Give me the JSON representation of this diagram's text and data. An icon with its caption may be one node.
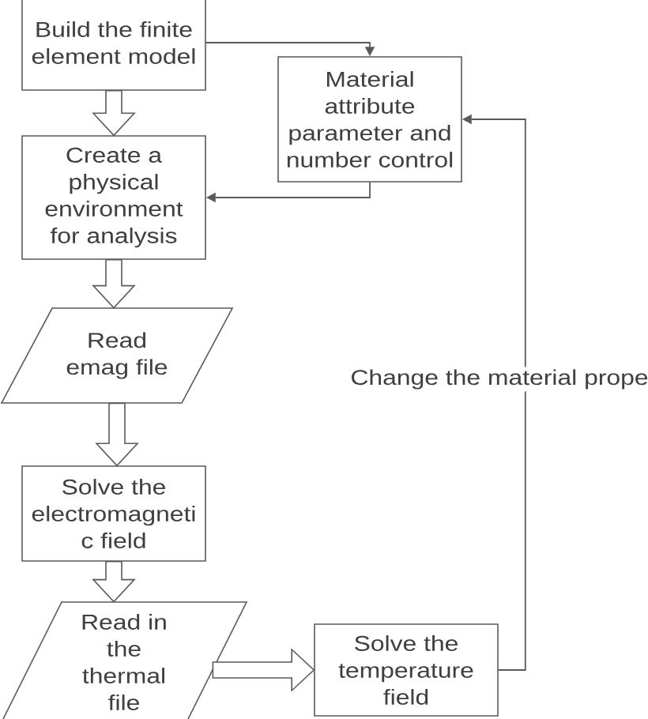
{
  "diagram": {
    "nodes": [
      {
        "text": [
          "Build the finite element model"
        ]
      },
      {
        "text": [
          "Material attribute parameter and number control"
        ]
      },
      {
        "text": [
          "Create a physical environment for analysis"
        ]
      },
      {
        "text": [
          "Read emag file"
        ]
      },
      {
        "text": [
          "Solve the electromagneti c field"
        ]
      },
      {
        "text": [
          "Read in the thermal file"
        ]
      },
      {
        "text": [
          "Solve the temperature field"
        ]
      }
    ],
    "edges": [
      {
        "from": 0,
        "to": 1,
        "arrow": "to"
      },
      {
        "from": 0,
        "to": 2,
        "arrow": "to",
        "style": "thick"
      },
      {
        "from": 1,
        "to": 2,
        "arrow": "to"
      },
      {
        "from": 2,
        "to": 3,
        "arrow": "to",
        "style": "thick"
      },
      {
        "from": 3,
        "to": 4,
        "arrow": "to",
        "style": "thick"
      },
      {
        "from": 4,
        "to": 5,
        "arrow": "to",
        "style": "thick"
      },
      {
        "from": 5,
        "to": 6,
        "arrow": "to",
        "style": "thick"
      },
      {
        "from": 6,
        "to": 1,
        "arrow": "to",
        "label": "Change the material prope"
      }
    ]
  }
}
